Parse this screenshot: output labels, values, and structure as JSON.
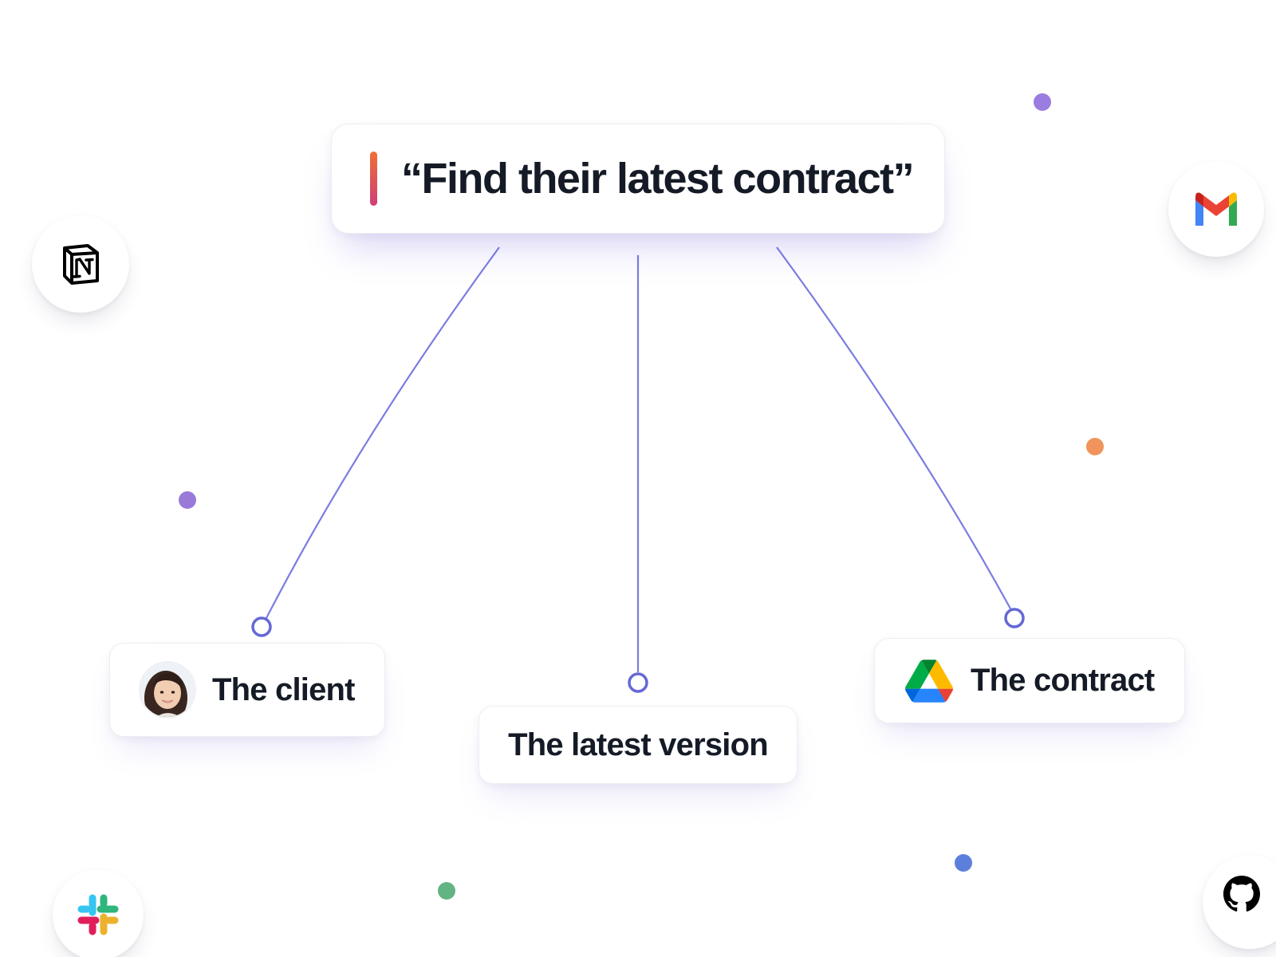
{
  "query": {
    "text": "“Find their latest contract”",
    "cursor_colors": [
      "#ef6f35",
      "#cf3f77"
    ]
  },
  "nodes": [
    {
      "id": "client",
      "label": "The client",
      "icon": "avatar"
    },
    {
      "id": "version",
      "label": "The latest version",
      "icon": ""
    },
    {
      "id": "contract",
      "label": "The contract",
      "icon": "google-drive-icon"
    }
  ],
  "apps": [
    "notion-icon",
    "gmail-icon",
    "slack-icon",
    "github-icon"
  ],
  "colors": {
    "connector": "#6f73d9",
    "text": "#151b26",
    "dots": [
      "#9b7ce0",
      "#f0935c",
      "#9a7ad9",
      "#5c7fdc",
      "#62b582"
    ]
  }
}
